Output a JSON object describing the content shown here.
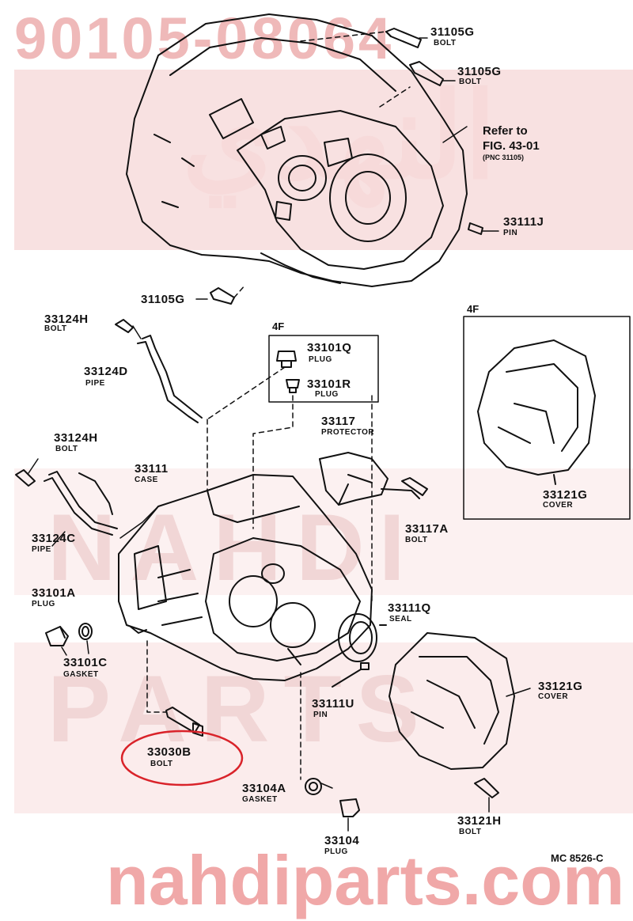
{
  "watermark": {
    "top_part_number": "90105-08064",
    "site": "nahdiparts.com",
    "brand_text": "NAHDI PARTS",
    "arabic_text": "النهدي"
  },
  "figure_code": "MC 8526-C",
  "reference": {
    "line1": "Refer to",
    "line2": "FIG. 43-01",
    "line3": "(PNC 31105)"
  },
  "group_4f_top": "4F",
  "group_4f_right": "4F",
  "parts": [
    {
      "id": "31105G_a",
      "number": "31105G",
      "desc": "BOLT"
    },
    {
      "id": "31105G_b",
      "number": "31105G",
      "desc": "BOLT"
    },
    {
      "id": "31105G_c",
      "number": "31105G",
      "desc": ""
    },
    {
      "id": "33111J",
      "number": "33111J",
      "desc": "PIN"
    },
    {
      "id": "33124H_a",
      "number": "33124H",
      "desc": "BOLT"
    },
    {
      "id": "33124D",
      "number": "33124D",
      "desc": "PIPE"
    },
    {
      "id": "33101Q",
      "number": "33101Q",
      "desc": "PLUG"
    },
    {
      "id": "33101R",
      "number": "33101R",
      "desc": "PLUG"
    },
    {
      "id": "33117",
      "number": "33117",
      "desc": "PROTECTOR"
    },
    {
      "id": "33124H_b",
      "number": "33124H",
      "desc": "BOLT"
    },
    {
      "id": "33111",
      "number": "33111",
      "desc": "CASE"
    },
    {
      "id": "33117A",
      "number": "33117A",
      "desc": "BOLT"
    },
    {
      "id": "33124C",
      "number": "33124C",
      "desc": "PIPE"
    },
    {
      "id": "33121G_a",
      "number": "33121G",
      "desc": "COVER"
    },
    {
      "id": "33101A",
      "number": "33101A",
      "desc": "PLUG"
    },
    {
      "id": "33111Q",
      "number": "33111Q",
      "desc": "SEAL"
    },
    {
      "id": "33101C",
      "number": "33101C",
      "desc": "GASKET"
    },
    {
      "id": "33111U",
      "number": "33111U",
      "desc": "PIN"
    },
    {
      "id": "33121G_b",
      "number": "33121G",
      "desc": "COVER"
    },
    {
      "id": "33030B",
      "number": "33030B",
      "desc": "BOLT"
    },
    {
      "id": "33104A",
      "number": "33104A",
      "desc": "GASKET"
    },
    {
      "id": "33121H",
      "number": "33121H",
      "desc": "BOLT"
    },
    {
      "id": "33104",
      "number": "33104",
      "desc": "PLUG"
    }
  ],
  "highlight": {
    "part": "33030B",
    "color": "#d9232a"
  },
  "colors": {
    "line": "#111111",
    "watermark": "#efb9b9",
    "watermark_band": "#f3c9c9"
  }
}
